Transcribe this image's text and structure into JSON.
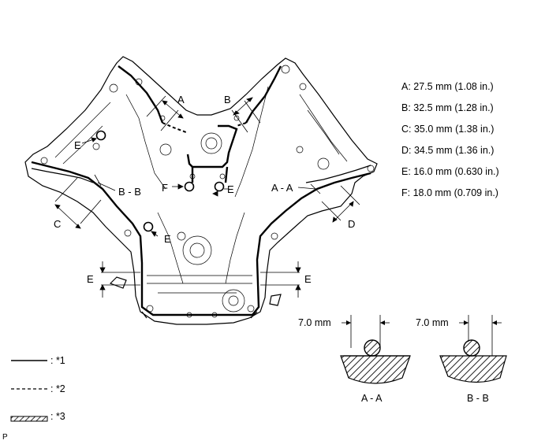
{
  "specs": [
    "A: 27.5 mm (1.08 in.)",
    "B: 32.5 mm (1.28 in.)",
    "C: 35.0 mm (1.38 in.)",
    "D: 34.5 mm (1.36 in.)",
    "E: 16.0 mm (0.630 in.)",
    "F: 18.0 mm (0.709 in.)"
  ],
  "callouts": {
    "a": "A",
    "b": "B",
    "c": "C",
    "d": "D",
    "e_left_top": "E",
    "e_center_right": "E",
    "e_center_low": "E",
    "e_left_side": "E",
    "e_right_side": "E",
    "f": "F",
    "section_aa": "A - A",
    "section_bb": "B - B"
  },
  "sections": {
    "aa": {
      "dimension": "7.0 mm",
      "caption": "A - A"
    },
    "bb": {
      "dimension": "7.0 mm",
      "caption": "B - B"
    }
  },
  "legend": [
    {
      "style": "solid",
      "label": ": *1"
    },
    {
      "style": "dashed",
      "label": ": *2"
    },
    {
      "style": "hatched",
      "label": ": *3"
    }
  ],
  "corner_mark": "P"
}
